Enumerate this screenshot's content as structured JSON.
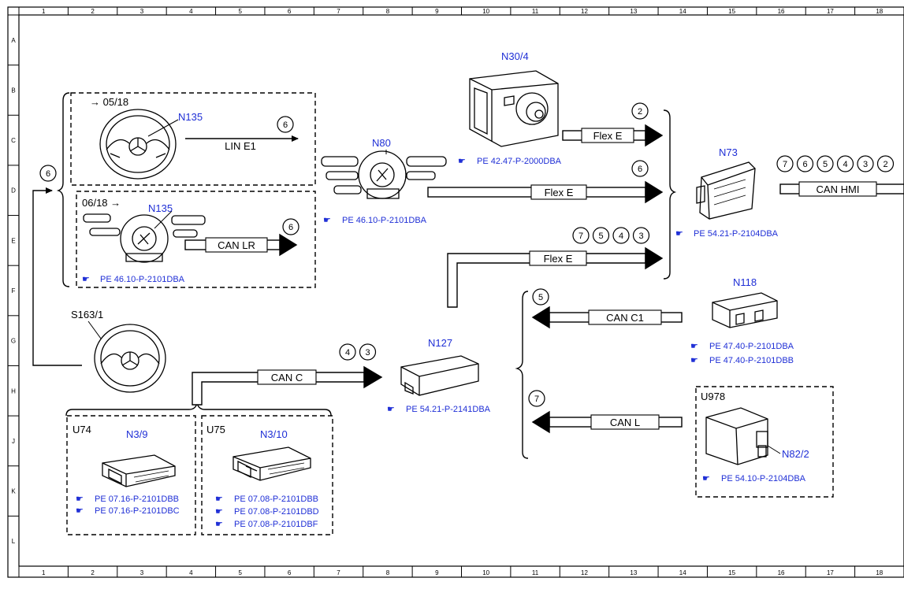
{
  "frame": {
    "columns": [
      "1",
      "2",
      "3",
      "4",
      "5",
      "6",
      "7",
      "8",
      "9",
      "10",
      "11",
      "12",
      "13",
      "14",
      "15",
      "16",
      "17",
      "18"
    ],
    "rows": [
      "A",
      "B",
      "C",
      "D",
      "E",
      "F",
      "G",
      "H",
      "J",
      "K",
      "L"
    ]
  },
  "colors": {
    "link": "#1f2fd6",
    "ink": "#000000"
  },
  "components": {
    "n135_a": {
      "label": "N135",
      "date_tag": "→ 05/18"
    },
    "n135_b": {
      "label": "N135",
      "date_tag": "06/18 →",
      "ref": "PE 46.10-P-2101DBA"
    },
    "n80": {
      "label": "N80",
      "ref": "PE 46.10-P-2101DBA"
    },
    "n30_4": {
      "label": "N30/4",
      "ref": "PE 42.47-P-2000DBA"
    },
    "n73": {
      "label": "N73",
      "ref": "PE 54.21-P-2104DBA"
    },
    "s163_1": {
      "label": "S163/1"
    },
    "n127": {
      "label": "N127",
      "ref": "PE 54.21-P-2141DBA"
    },
    "n118": {
      "label": "N118",
      "refs": [
        "PE 47.40-P-2101DBA",
        "PE 47.40-P-2101DBB"
      ]
    },
    "u978": {
      "label": "U978",
      "sub_label": "N82/2",
      "ref": "PE 54.10-P-2104DBA"
    },
    "u74": {
      "label": "U74",
      "sub_label": "N3/9",
      "refs": [
        "PE 07.16-P-2101DBB",
        "PE 07.16-P-2101DBC"
      ]
    },
    "u75": {
      "label": "U75",
      "sub_label": "N3/10",
      "refs": [
        "PE 07.08-P-2101DBB",
        "PE 07.08-P-2101DBD",
        "PE 07.08-P-2101DBF"
      ]
    }
  },
  "buses": {
    "lin_e1": "LIN E1",
    "can_lr": "CAN LR",
    "flex_e_top": "Flex E",
    "flex_e_mid": "Flex E",
    "flex_e_low": "Flex E",
    "can_hmi": "CAN HMI",
    "can_c": "CAN C",
    "can_c1": "CAN C1",
    "can_l": "CAN L"
  },
  "markers": {
    "left": [
      "6"
    ],
    "lin_e1": [
      "6"
    ],
    "can_lr": [
      "6"
    ],
    "flex_e_top": [
      "2"
    ],
    "flex_e_mid": [
      "6"
    ],
    "flex_e_low": [
      "7",
      "5",
      "4",
      "3"
    ],
    "can_hmi": [
      "7",
      "6",
      "5",
      "4",
      "3",
      "2"
    ],
    "can_c": [
      "4",
      "3"
    ],
    "can_c1": [
      "5"
    ],
    "can_l": [
      "7"
    ]
  }
}
